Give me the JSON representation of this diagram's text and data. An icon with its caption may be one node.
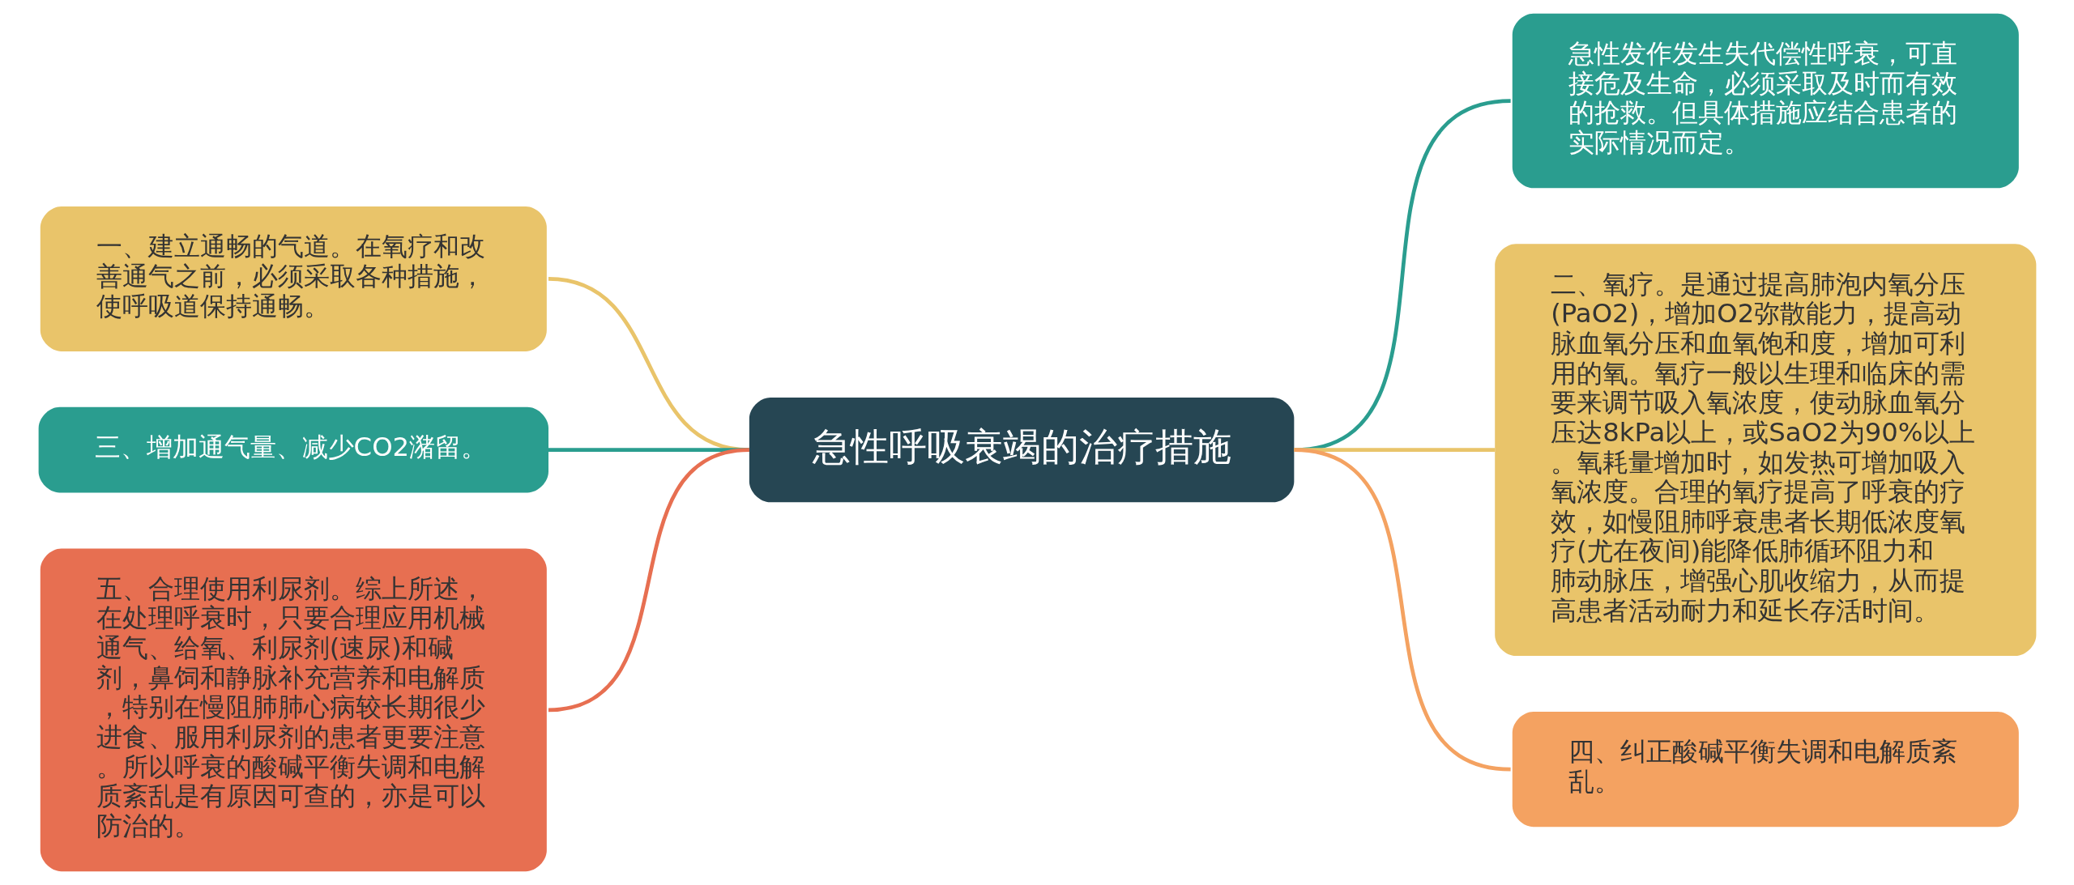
{
  "diagram": {
    "nodes": [
      {
        "text": [
          "急性呼吸衰竭的治疗措施"
        ]
      },
      {
        "text": [
          "急性发作发生失代偿性呼衰，可直接危及生命，必须采取及时而有效的抢救。但具体措施应结合患者的实际情况而定。"
        ]
      },
      {
        "text": [
          "一、建立通畅的气道。在氧疗和改善通气之前，必须采取各种措施，使呼吸道保持通畅。"
        ]
      },
      {
        "text": [
          "二、氧疗。是通过提高肺泡内氧分压(PaO2)，增加O2弥散能力，提高动脉血氧分压和血氧饱和度，增加可利用的氧。氧疗一般以生理和临床的需要来调节吸入氧浓度，使动脉血氧分压达8kPa以上，或SaO2为90%以上。氧耗量增加时，如发热可增加吸入氧浓度。合理的氧疗提高了呼衰的疗效，如慢阻肺呼衰患者长期低浓度氧疗(尤在夜间)能降低肺循环阻力和肺动脉压，增强心肌收缩力，从而提高患者活动耐力和延长存活时间。"
        ]
      },
      {
        "text": [
          "三、增加通气量、减少CO2潴留。"
        ]
      },
      {
        "text": [
          "四、纠正酸碱平衡失调和电解质紊乱。"
        ]
      },
      {
        "text": [
          "五、合理使用利尿剂。综上所述，在处理呼衰时，只要合理应用机械通气、给氧、利尿剂(速尿)和碱剂，鼻饲和静脉补充营养和电解质，特别在慢阻肺肺心病较长期很少进食、服用利尿剂的患者更要注意。所以呼衰的酸碱平衡失调和电解质紊乱是有原因可查的，亦是可以防治的。"
        ]
      }
    ],
    "edges": [
      {
        "from": 0,
        "to": 1,
        "arrow": "none",
        "color": "#2a9d8f"
      },
      {
        "from": 0,
        "to": 2,
        "arrow": "none",
        "color": "#e9c46a"
      },
      {
        "from": 0,
        "to": 3,
        "arrow": "none",
        "color": "#e9c46a"
      },
      {
        "from": 0,
        "to": 4,
        "arrow": "none",
        "color": "#2a9d8f"
      },
      {
        "from": 0,
        "to": 5,
        "arrow": "none",
        "color": "#f4a261"
      },
      {
        "from": 0,
        "to": 6,
        "arrow": "none",
        "color": "#e76f51"
      }
    ]
  }
}
